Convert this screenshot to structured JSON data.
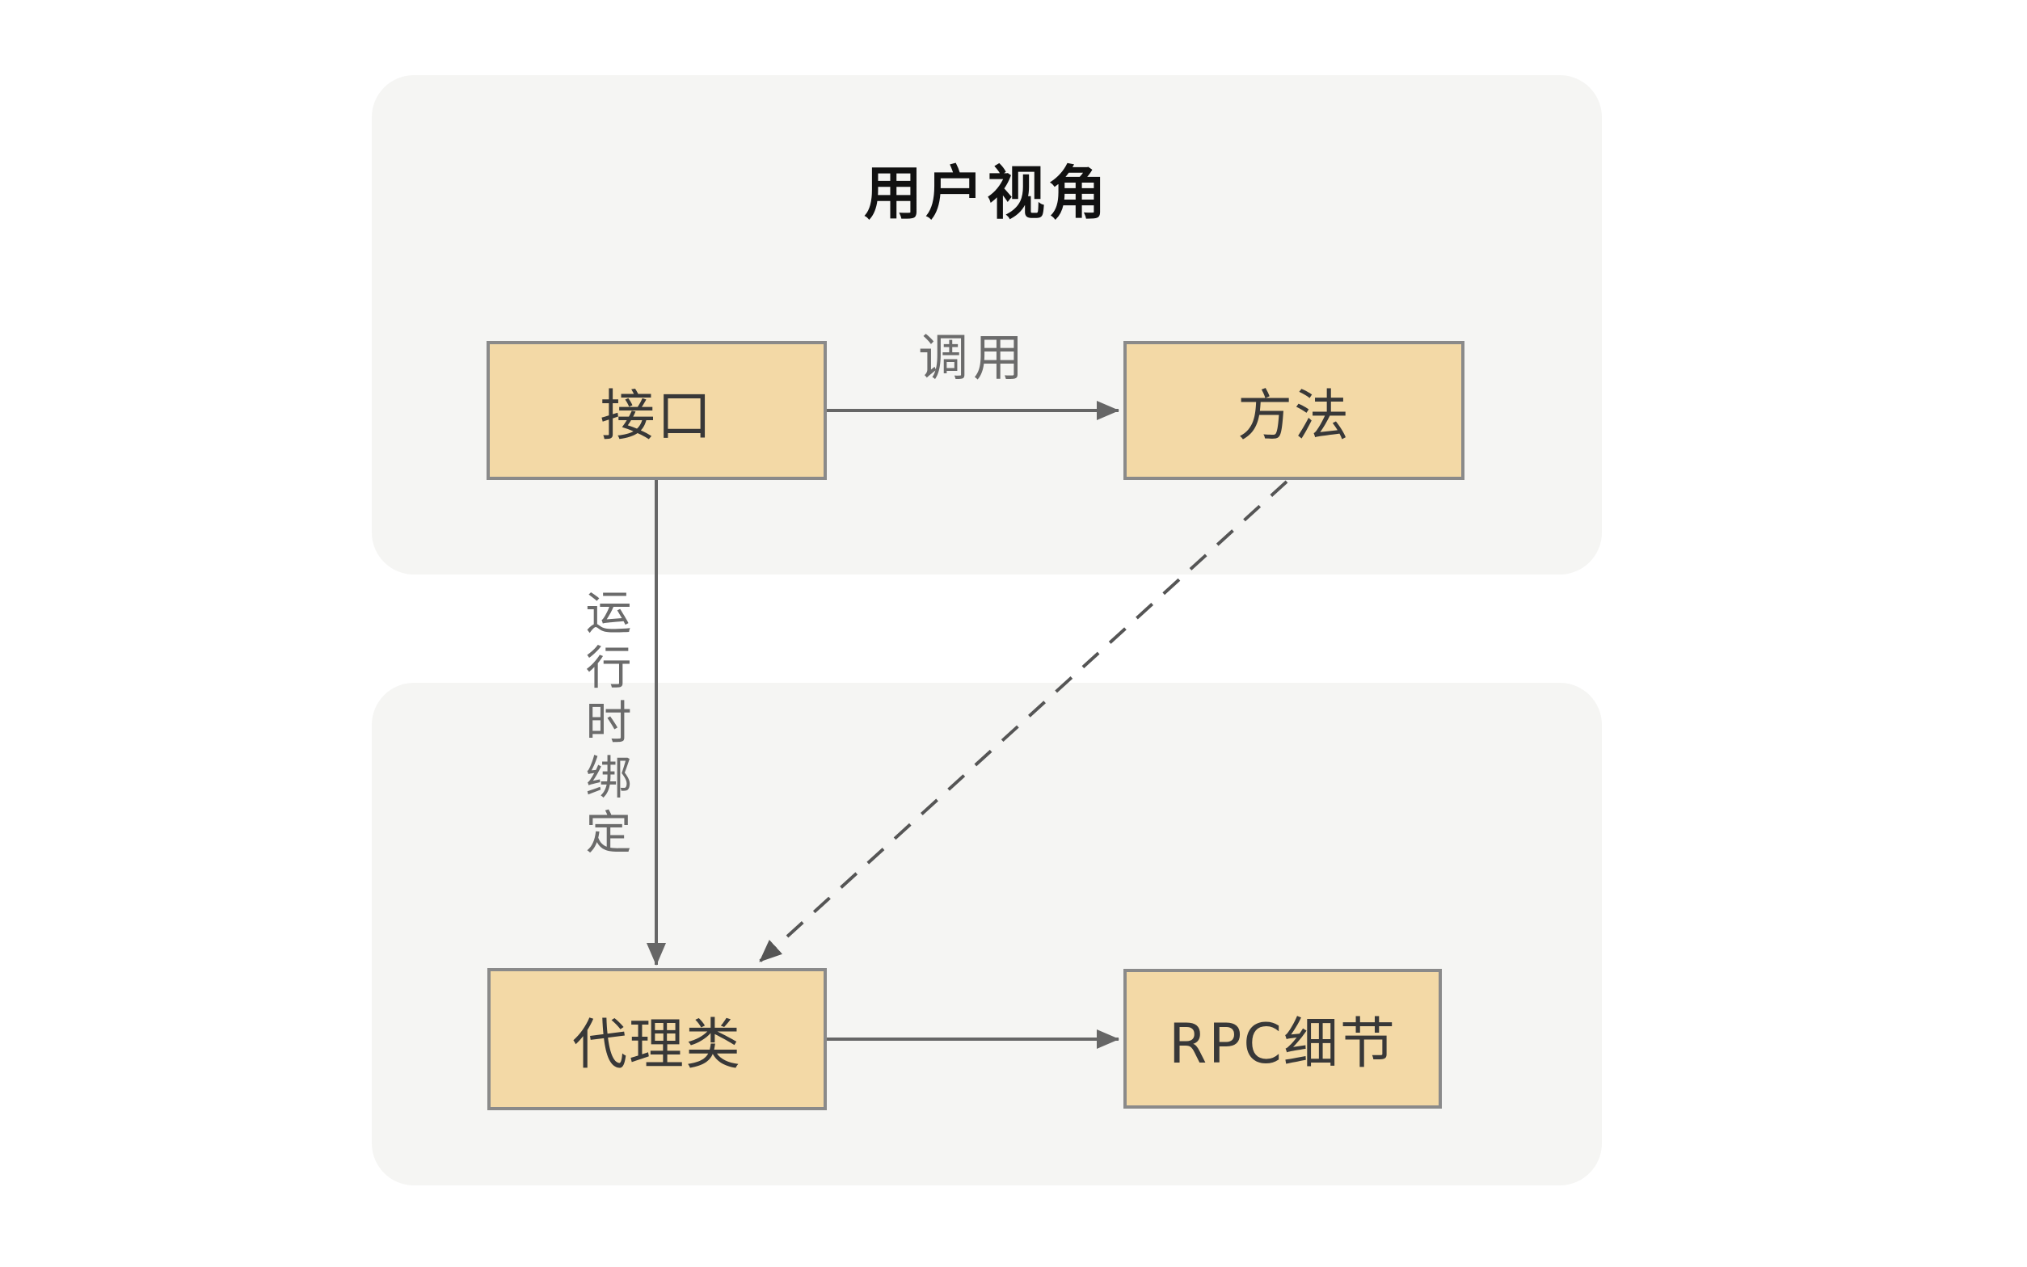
{
  "title": "用户视角",
  "nodes": {
    "interface": "接口",
    "method": "方法",
    "proxy": "代理类",
    "rpc": "RPC细节"
  },
  "edges": {
    "call_label": "调用",
    "binding_label": "运行时绑定",
    "call": {
      "from": "interface",
      "to": "method",
      "style": "solid-arrow"
    },
    "runtime_binding": {
      "from": "interface",
      "to": "proxy",
      "style": "solid-arrow"
    },
    "method_to_proxy": {
      "from": "method",
      "to": "proxy",
      "style": "dashed-arrow"
    },
    "proxy_to_rpc": {
      "from": "proxy",
      "to": "rpc",
      "style": "solid-arrow"
    }
  },
  "colors": {
    "page_bg": "#FFFFFF",
    "panel_bg": "#F5F5F3",
    "node_fill": "#F3D9A6",
    "node_border": "#8A8A8A",
    "node_text": "#383838",
    "title_text": "#111111",
    "line_solid": "#666666",
    "line_dashed": "#555555",
    "edge_label_text": "#6B6B6B"
  }
}
